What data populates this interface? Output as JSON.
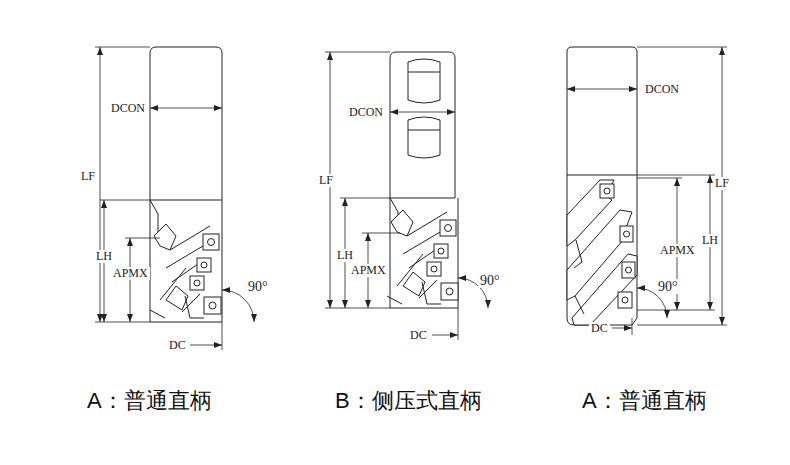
{
  "diagram": {
    "labels": [
      "LF",
      "DCON",
      "LH",
      "APMX",
      "90°",
      "DC",
      "A：普通直柄",
      "DCON",
      "LF",
      "LH",
      "APMX",
      "90°",
      "DC",
      "B：侧压式直柄",
      "DCON",
      "LF",
      "LH",
      "APMX",
      "90°",
      "DC",
      "A：普通直柄"
    ]
  }
}
